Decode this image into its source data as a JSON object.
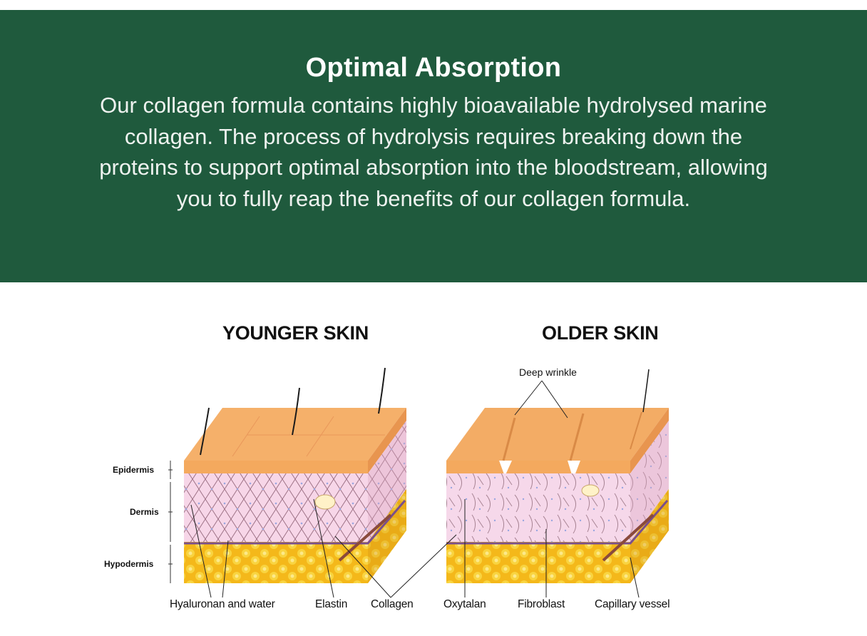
{
  "banner": {
    "title": "Optimal Absorption",
    "body": "Our collagen formula contains highly bioavailable hydrolysed marine collagen. The process of hydrolysis requires breaking down the proteins to support optimal absorption into the bloodstream, allowing you to fully reap the benefits of our collagen formula.",
    "background_color": "#1f5a3d"
  },
  "diagram": {
    "younger_title": "YOUNGER SKIN",
    "older_title": "OLDER SKIN",
    "layers": {
      "epidermis": "Epidermis",
      "dermis": "Dermis",
      "hypodermis": "Hypodermis"
    },
    "annotation_deep_wrinkle": "Deep wrinkle",
    "labels": {
      "hyaluronan": "Hyaluronan and water",
      "elastin": "Elastin",
      "collagen": "Collagen",
      "oxytalan": "Oxytalan",
      "fibroblast": "Fibroblast",
      "capillary": "Capillary vessel"
    },
    "colors": {
      "epidermis": "#f2a55c",
      "dermis": "#f6d3e6",
      "hypodermis": "#f6c21c",
      "capillary": "#7a4f8c"
    }
  }
}
